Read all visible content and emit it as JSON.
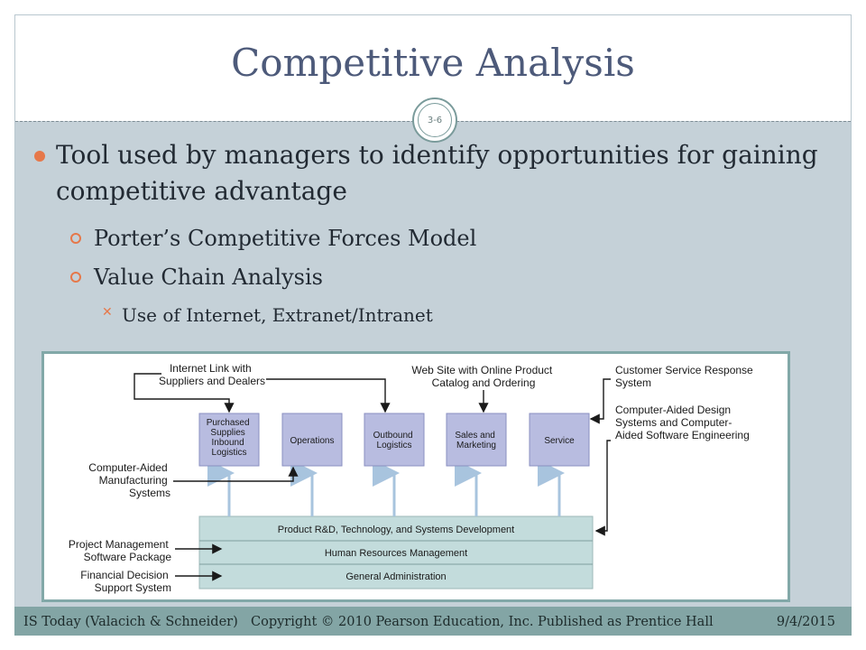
{
  "slide": {
    "title": "Competitive Analysis",
    "slide_number": "3-6",
    "bullet_main": "Tool used by managers to identify opportunities for gaining competitive advantage",
    "sub_bullets": [
      "Porter’s Competitive Forces Model",
      "Value Chain Analysis"
    ],
    "sub_sub_bullet": "Use of Internet, Extranet/Intranet"
  },
  "figure": {
    "primary_activities": [
      [
        "Purchased",
        "Supplies",
        "Inbound",
        "Logistics"
      ],
      [
        "Operations"
      ],
      [
        "Outbound",
        "Logistics"
      ],
      [
        "Sales and",
        "Marketing"
      ],
      [
        "Service"
      ]
    ],
    "support_activities": [
      "Product R&D, Technology, and Systems Development",
      "Human Resources Management",
      "General Administration"
    ],
    "annotations": {
      "internet_link": [
        "Internet Link with",
        "Suppliers and Dealers"
      ],
      "web_site": [
        "Web Site with Online Product",
        "Catalog and Ordering"
      ],
      "customer_service": [
        "Customer Service Response",
        "System"
      ],
      "cad": [
        "Computer-Aided Design",
        "Systems and Computer-",
        "Aided Software Engineering"
      ],
      "cam": [
        "Computer-Aided",
        "Manufacturing",
        "Systems"
      ],
      "project_mgmt": [
        "Project Management",
        "Software Package"
      ],
      "financial": [
        "Financial Decision",
        "Support System"
      ]
    }
  },
  "footer": {
    "left": "IS Today (Valacich & Schneider)",
    "center": "Copyright © 2010 Pearson Education, Inc. Published as Prentice Hall",
    "right": "9/4/2015"
  },
  "colors": {
    "title": "#4d5a7a",
    "accent": "#e6784a",
    "content_bg": "#c5d1d8",
    "footer_bg": "#83a5a5",
    "box_fill": "#b8bce0",
    "support_fill": "#c3dcdc",
    "arrow_blue": "#a8c4de"
  }
}
